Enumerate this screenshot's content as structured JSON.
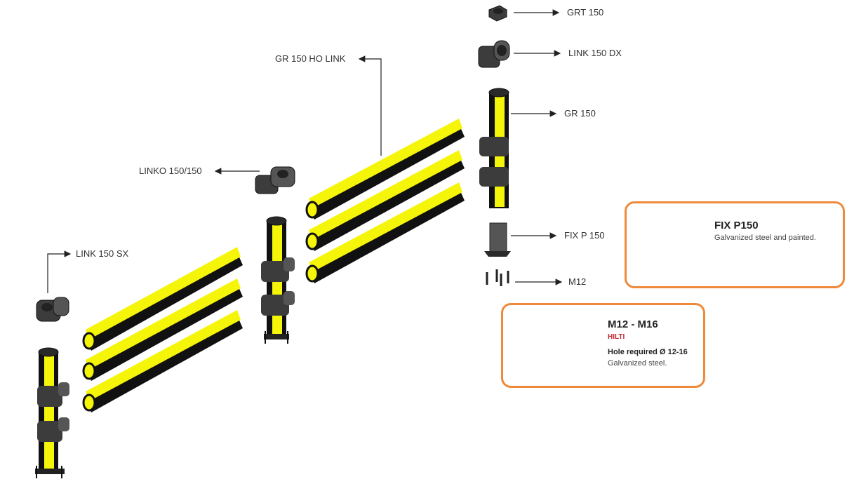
{
  "labels": {
    "grt150": "GRT 150",
    "link150dx": "LINK 150 DX",
    "gr150holink": "GR 150 HO LINK",
    "gr150": "GR 150",
    "linko": "LINKO 150/150",
    "link150sx": "LINK 150 SX",
    "fixp150": "FIX P 150",
    "m12": "M12"
  },
  "cards": {
    "fix": {
      "title": "FIX P150",
      "description": "Galvanized steel and painted."
    },
    "anchor": {
      "title": "M12 - M16",
      "brand": "HILTI",
      "requirement": "Hole required Ø 12-16",
      "description": "Galvanized steel."
    }
  },
  "colors": {
    "yellow": "#f5f50a",
    "black": "#111111",
    "clamp": "#3c3c3c",
    "accent": "#ee8a3c",
    "brand": "#c0282d"
  }
}
